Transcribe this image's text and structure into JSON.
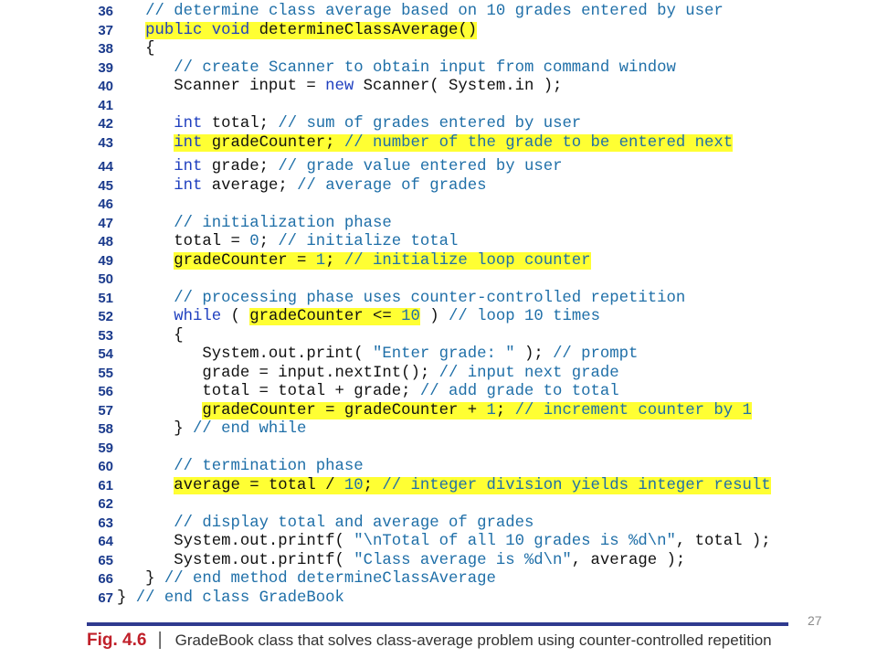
{
  "code": {
    "lines": [
      {
        "num": "36",
        "segments": [
          {
            "t": "   "
          },
          {
            "t": "// determine class average based on 10 grades entered by user",
            "c": "cm"
          }
        ]
      },
      {
        "num": "37",
        "segments": [
          {
            "t": "   "
          },
          {
            "t": "public void",
            "c": "kw",
            "h": true
          },
          {
            "t": " determineClassAverage()",
            "h": true
          }
        ]
      },
      {
        "num": "38",
        "segments": [
          {
            "t": "   {"
          }
        ]
      },
      {
        "num": "39",
        "segments": [
          {
            "t": "      "
          },
          {
            "t": "// create Scanner to obtain input from command window",
            "c": "cm"
          }
        ]
      },
      {
        "num": "40",
        "segments": [
          {
            "t": "      Scanner input = "
          },
          {
            "t": "new",
            "c": "kw"
          },
          {
            "t": " Scanner( System.in );"
          }
        ]
      },
      {
        "num": "41",
        "segments": []
      },
      {
        "num": "42",
        "segments": [
          {
            "t": "      "
          },
          {
            "t": "int",
            "c": "kw"
          },
          {
            "t": " total; "
          },
          {
            "t": "// sum of grades entered by user",
            "c": "cm"
          }
        ]
      },
      {
        "num": "43",
        "segments": [
          {
            "t": "      "
          },
          {
            "t": "int",
            "c": "kw",
            "h": true
          },
          {
            "t": " gradeCounter; ",
            "h": true
          },
          {
            "t": "// number of the grade to be entered next",
            "c": "cm",
            "h": true
          }
        ]
      },
      {
        "num": "44",
        "gap": true,
        "segments": [
          {
            "t": "      "
          },
          {
            "t": "int",
            "c": "kw"
          },
          {
            "t": " grade; "
          },
          {
            "t": "// grade value entered by user",
            "c": "cm"
          }
        ]
      },
      {
        "num": "45",
        "segments": [
          {
            "t": "      "
          },
          {
            "t": "int",
            "c": "kw"
          },
          {
            "t": " average; "
          },
          {
            "t": "// average of grades",
            "c": "cm"
          }
        ]
      },
      {
        "num": "46",
        "segments": []
      },
      {
        "num": "47",
        "segments": [
          {
            "t": "      "
          },
          {
            "t": "// initialization phase",
            "c": "cm"
          }
        ]
      },
      {
        "num": "48",
        "segments": [
          {
            "t": "      total = "
          },
          {
            "t": "0",
            "c": "num"
          },
          {
            "t": "; "
          },
          {
            "t": "// initialize total",
            "c": "cm"
          }
        ]
      },
      {
        "num": "49",
        "segments": [
          {
            "t": "      "
          },
          {
            "t": "gradeCounter = ",
            "h": true
          },
          {
            "t": "1",
            "c": "num",
            "h": true
          },
          {
            "t": "; ",
            "h": true
          },
          {
            "t": "// initialize loop counter",
            "c": "cm",
            "h": true
          }
        ]
      },
      {
        "num": "50",
        "segments": []
      },
      {
        "num": "51",
        "segments": [
          {
            "t": "      "
          },
          {
            "t": "// processing phase uses counter-controlled repetition",
            "c": "cm"
          }
        ]
      },
      {
        "num": "52",
        "segments": [
          {
            "t": "      "
          },
          {
            "t": "while",
            "c": "kw"
          },
          {
            "t": " ( "
          },
          {
            "t": "gradeCounter <= ",
            "h": true
          },
          {
            "t": "10",
            "c": "num",
            "h": true
          },
          {
            "t": " ) "
          },
          {
            "t": "// loop 10 times",
            "c": "cm"
          }
        ]
      },
      {
        "num": "53",
        "segments": [
          {
            "t": "      {"
          }
        ]
      },
      {
        "num": "54",
        "segments": [
          {
            "t": "         System.out.print( "
          },
          {
            "t": "\"Enter grade: \"",
            "c": "str"
          },
          {
            "t": " ); "
          },
          {
            "t": "// prompt",
            "c": "cm"
          }
        ]
      },
      {
        "num": "55",
        "segments": [
          {
            "t": "         grade = input.nextInt(); "
          },
          {
            "t": "// input next grade",
            "c": "cm"
          }
        ]
      },
      {
        "num": "56",
        "segments": [
          {
            "t": "         total = total + grade; "
          },
          {
            "t": "// add grade to total",
            "c": "cm"
          }
        ]
      },
      {
        "num": "57",
        "segments": [
          {
            "t": "         "
          },
          {
            "t": "gradeCounter = gradeCounter + ",
            "h": true
          },
          {
            "t": "1",
            "c": "num",
            "h": true
          },
          {
            "t": "; ",
            "h": true
          },
          {
            "t": "// increment counter by 1",
            "c": "cm",
            "h": true
          }
        ]
      },
      {
        "num": "58",
        "segments": [
          {
            "t": "      } "
          },
          {
            "t": "// end while",
            "c": "cm"
          }
        ]
      },
      {
        "num": "59",
        "segments": []
      },
      {
        "num": "60",
        "segments": [
          {
            "t": "      "
          },
          {
            "t": "// termination phase",
            "c": "cm"
          }
        ]
      },
      {
        "num": "61",
        "segments": [
          {
            "t": "      "
          },
          {
            "t": "average = total / ",
            "h": true
          },
          {
            "t": "10",
            "c": "num",
            "h": true
          },
          {
            "t": "; ",
            "h": true
          },
          {
            "t": "// integer division yields integer result",
            "c": "cm",
            "h": true
          }
        ]
      },
      {
        "num": "62",
        "segments": []
      },
      {
        "num": "63",
        "segments": [
          {
            "t": "      "
          },
          {
            "t": "// display total and average of grades",
            "c": "cm"
          }
        ]
      },
      {
        "num": "64",
        "segments": [
          {
            "t": "      System.out.printf( "
          },
          {
            "t": "\"\\nTotal of all 10 grades is %d\\n\"",
            "c": "str"
          },
          {
            "t": ", total );"
          }
        ]
      },
      {
        "num": "65",
        "segments": [
          {
            "t": "      System.out.printf( "
          },
          {
            "t": "\"Class average is %d\\n\"",
            "c": "str"
          },
          {
            "t": ", average );"
          }
        ]
      },
      {
        "num": "66",
        "segments": [
          {
            "t": "   } "
          },
          {
            "t": "// end method determineClassAverage",
            "c": "cm"
          }
        ]
      },
      {
        "num": "67",
        "segments": [
          {
            "t": "} "
          },
          {
            "t": "// end class GradeBook",
            "c": "cm"
          }
        ]
      }
    ]
  },
  "caption": {
    "fig_label": "Fig. 4.6",
    "separator": "|",
    "text": "GradeBook class that solves class-average problem using counter-controlled repetition"
  },
  "page_number": "27",
  "colors": {
    "highlight": "#ffff33",
    "keyword": "#1f3fbf",
    "comment": "#1f6fa8",
    "line_number": "#1a3a8c",
    "fig_label": "#c0202a",
    "rule": "#2f3a8f"
  }
}
